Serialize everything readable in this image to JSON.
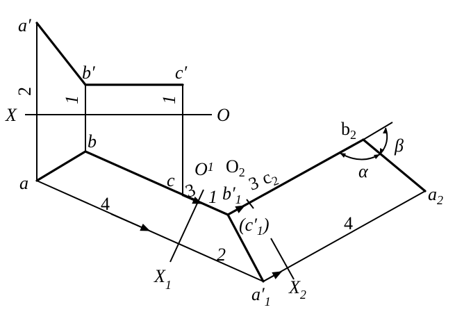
{
  "title": "Change of projection planes to find angles alpha and beta of a plane",
  "labels": {
    "a_prime": "a′",
    "b_prime": "b′",
    "c_prime": "c′",
    "x_axis": "X",
    "o_axis": "O",
    "dim_2_left": "2",
    "dim_1_left": "1",
    "dim_1_right": "1",
    "a": "a",
    "b": "b",
    "c": "c",
    "dim_4_bottom": "4",
    "dim_3_first": "3",
    "dim_1_mid": "1",
    "o1": "O",
    "o1_sub": "1",
    "o2": "O",
    "o2_sub": "2",
    "b1_prime": "b′",
    "b1_prime_sub": "1",
    "dim_3_second": "3",
    "c2": "c",
    "c2_sub": "2",
    "c1_prime": "(c′",
    "c1_prime_sub": "1",
    "c1_close": ")",
    "dim_2_mid": "2",
    "dim_4_right": "4",
    "x1": "X",
    "x1_sub": "1",
    "a1_prime": "a′",
    "a1_prime_sub": "1",
    "x2": "X",
    "x2_sub": "2",
    "b2": "b",
    "b2_sub": "2",
    "alpha": "α",
    "beta": "β",
    "a2": "a",
    "a2_sub": "2"
  }
}
